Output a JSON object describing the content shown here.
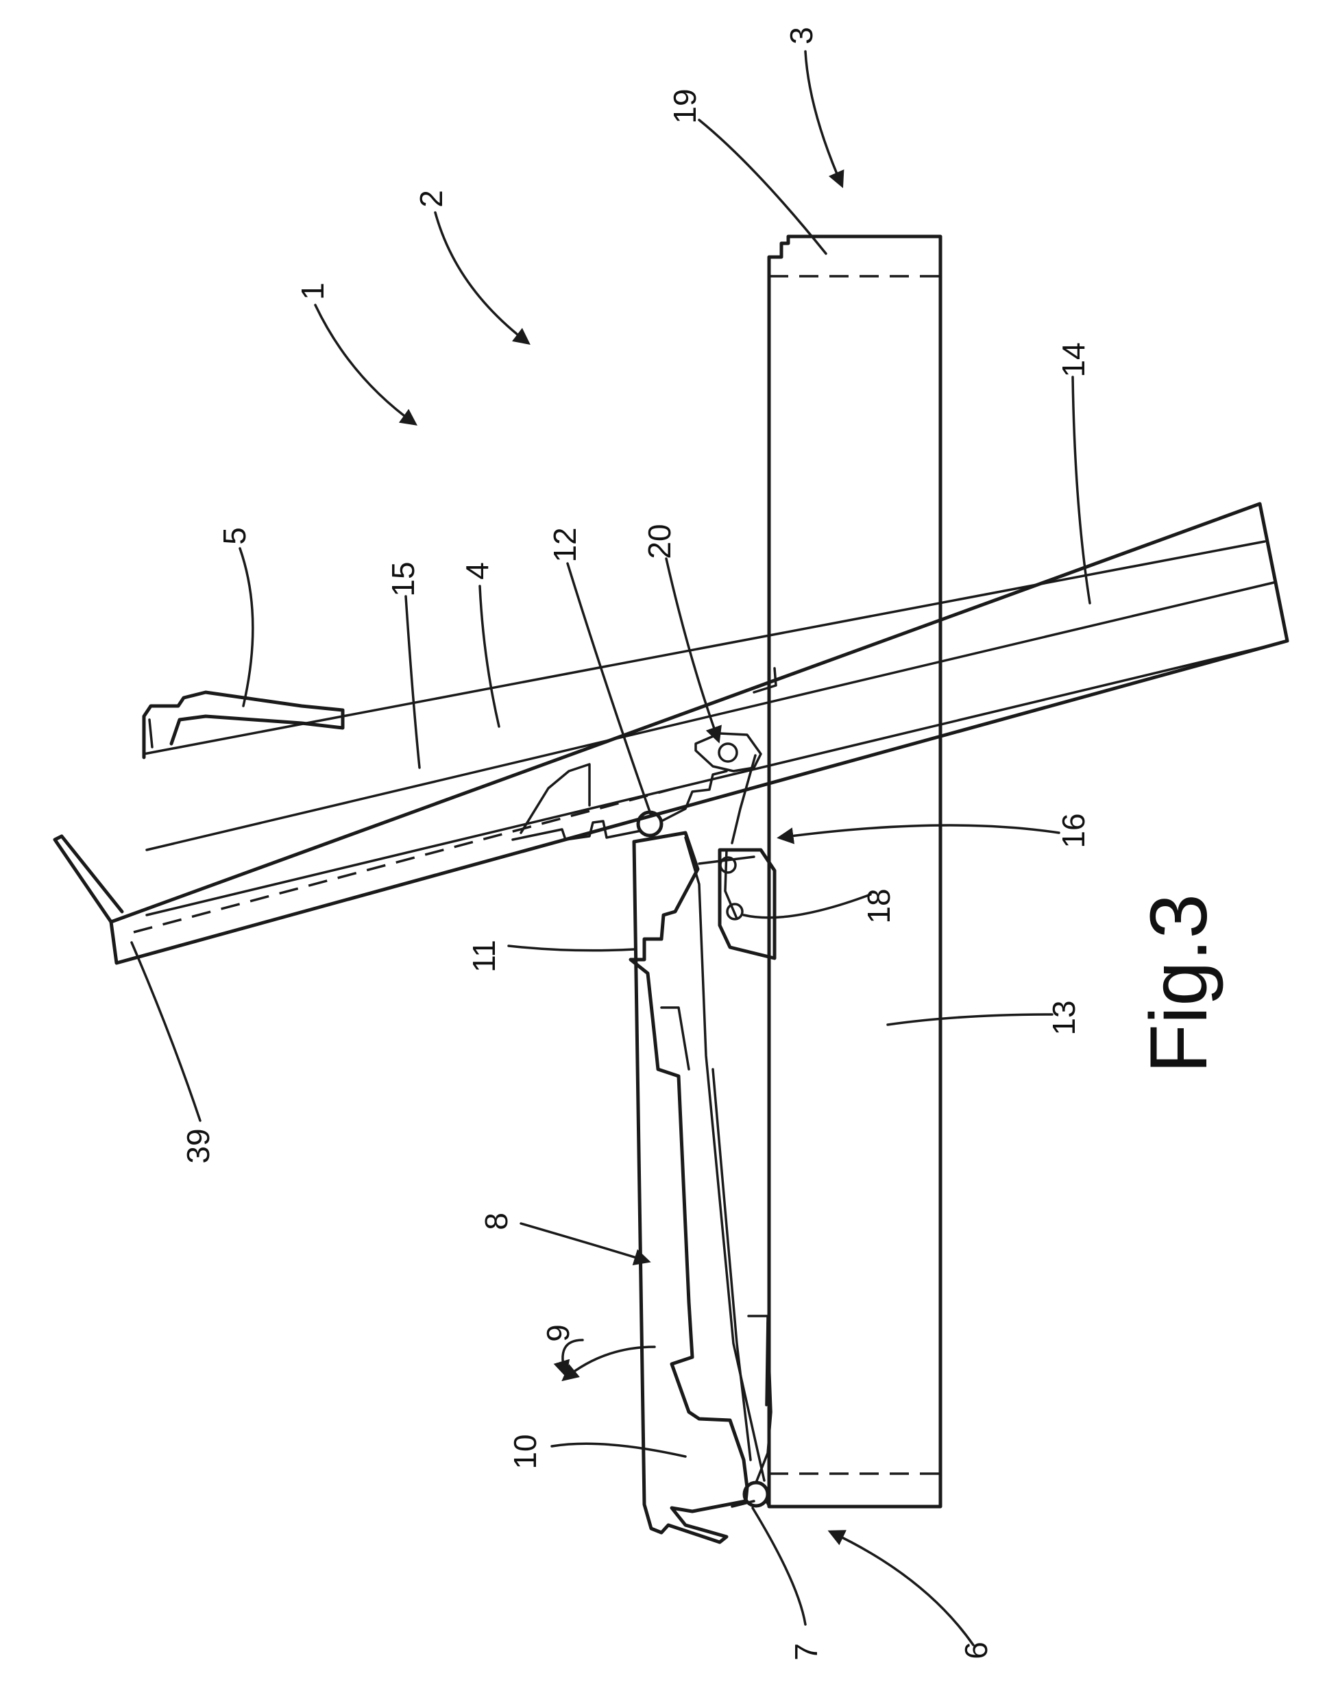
{
  "figure": {
    "caption": "Fig.3"
  },
  "reference_numerals": {
    "n1": "1",
    "n2": "2",
    "n3": "3",
    "n4": "4",
    "n5": "5",
    "n6": "6",
    "n7": "7",
    "n8": "8",
    "n9": "9",
    "n10": "10",
    "n11": "11",
    "n12": "12",
    "n13": "13",
    "n14": "14",
    "n15": "15",
    "n16": "16",
    "n18": "18",
    "n19": "19",
    "n20": "20",
    "n39": "39"
  },
  "colors": {
    "ink": "#1a1a1a",
    "paper": "#ffffff"
  }
}
